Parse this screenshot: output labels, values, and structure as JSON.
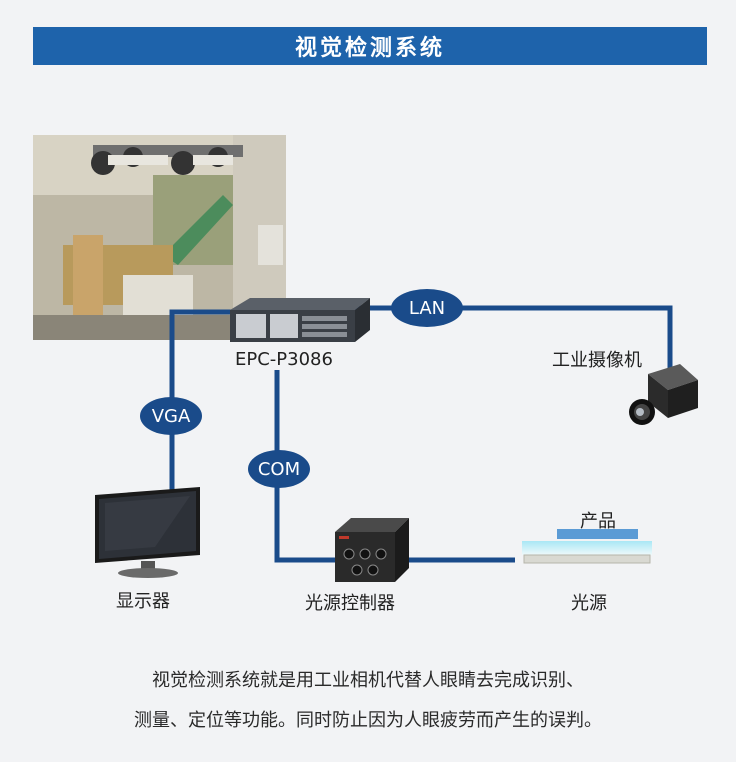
{
  "header": {
    "title": "视觉检测系统"
  },
  "nodes": {
    "epc": "EPC-P3086",
    "camera": "工业摄像机",
    "monitor": "显示器",
    "controller": "光源控制器",
    "light": "光源",
    "product": "产品"
  },
  "links": {
    "lan": "LAN",
    "vga": "VGA",
    "com": "COM"
  },
  "description": {
    "line1": "视觉检测系统就是用工业相机代替人眼睛去完成识别、",
    "line2": "测量、定位等功能。同时防止因为人眼疲劳而产生的误判。"
  },
  "colors": {
    "header_bg": "#1e63ab",
    "wire": "#1a4b8a",
    "product_bar": "#5b9bd5",
    "light_glow": "#bfe9f2"
  }
}
